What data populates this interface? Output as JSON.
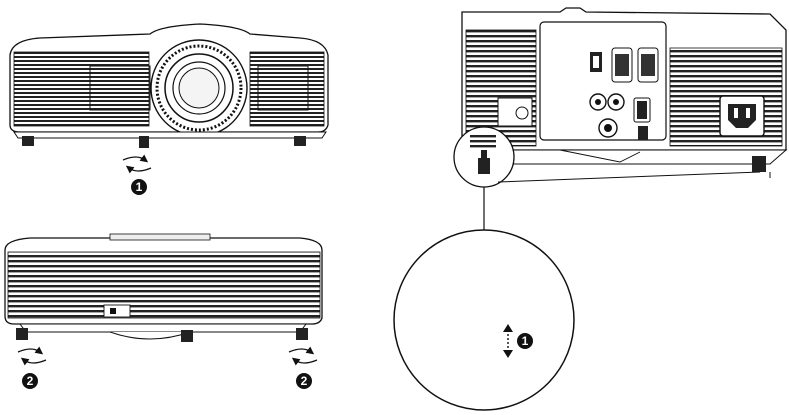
{
  "callouts": {
    "front_tilt": "1",
    "rear_left": "2",
    "rear_right": "2",
    "zoom_tilt": "1"
  },
  "colors": {
    "line": "#111111",
    "body": "#ffffff",
    "dark": "#1a1a1a",
    "mid": "#666666",
    "light": "#d9d9d9"
  },
  "icons": {
    "rotate": "rotate-arrows-icon",
    "updown": "up-down-arrow-icon"
  }
}
